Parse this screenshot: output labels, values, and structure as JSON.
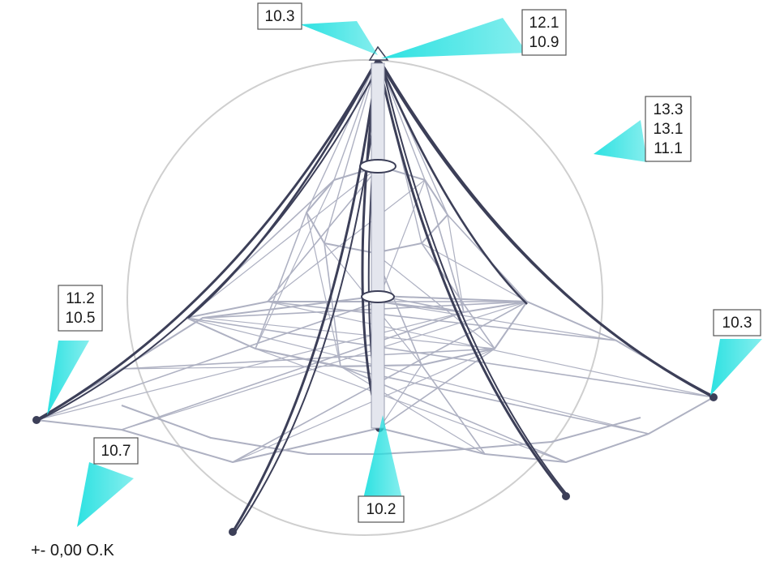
{
  "colors": {
    "background": "#ffffff",
    "net_rope_light": "#aeb1c2",
    "net_rope_dark": "#3c3f58",
    "mast": "#e4e6ee",
    "circle": "#cfcfcf",
    "beam": "#22e0e0",
    "label_border": "#555555",
    "text": "#1a1a1a"
  },
  "labels": [
    {
      "id": "top-left",
      "lines": [
        "10.3"
      ]
    },
    {
      "id": "top-right",
      "lines": [
        "12.1",
        "10.9"
      ]
    },
    {
      "id": "right-upper",
      "lines": [
        "13.3",
        "13.1",
        "11.1"
      ]
    },
    {
      "id": "left",
      "lines": [
        "11.2",
        "10.5"
      ]
    },
    {
      "id": "right",
      "lines": [
        "10.3"
      ]
    },
    {
      "id": "bottom-left",
      "lines": [
        "10.7"
      ]
    },
    {
      "id": "bottom-center",
      "lines": [
        "10.2"
      ]
    }
  ],
  "reference_note": "+- 0,00 O.K"
}
